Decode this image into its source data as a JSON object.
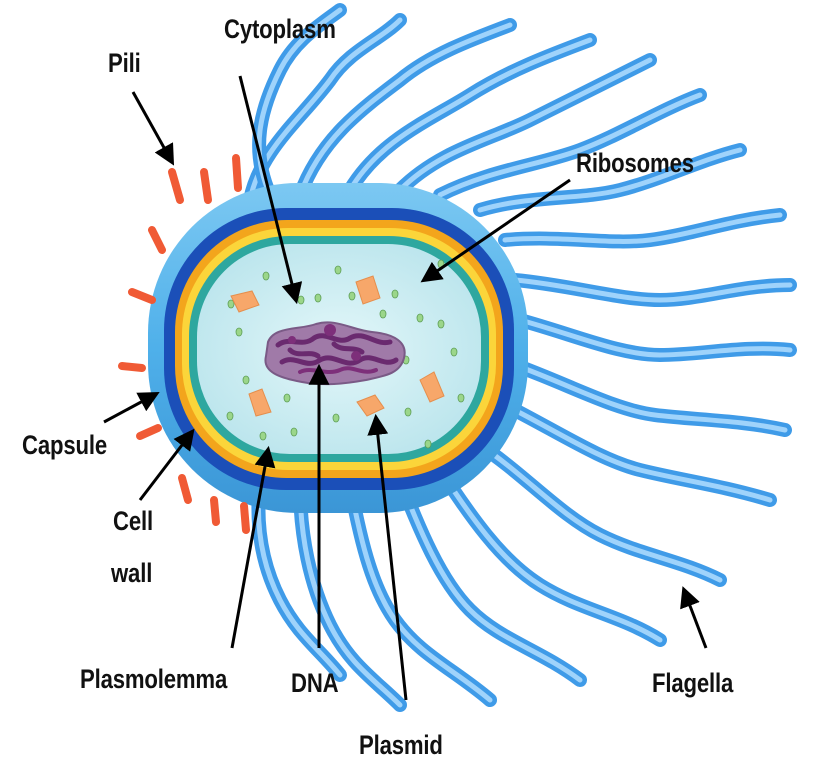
{
  "diagram": {
    "labels": {
      "pili": "Pili",
      "cytoplasm": "Cytoplasm",
      "ribosomes": "Ribosomes",
      "capsule": "Capsule",
      "cell_wall_line1": "Cell",
      "cell_wall_line2": "wall",
      "plasmolemma": "Plasmolemma",
      "dna": "DNA",
      "plasmid": "Plasmid",
      "flagella": "Flagella"
    },
    "colors": {
      "flagella": "#3f9be8",
      "flagella_light": "#9fd3fb",
      "capsule": "#4fb0ea",
      "cell_wall": "#1b4fb8",
      "membrane_orange": "#f3a51c",
      "membrane_yellow": "#fbd53a",
      "membrane_teal": "#2ea79f",
      "cytoplasm": "#c9ecf1",
      "ribosome": "#9bd68a",
      "plasmid": "#f7a76a",
      "dna": "#8b3b86",
      "pili": "#f05a35"
    }
  }
}
